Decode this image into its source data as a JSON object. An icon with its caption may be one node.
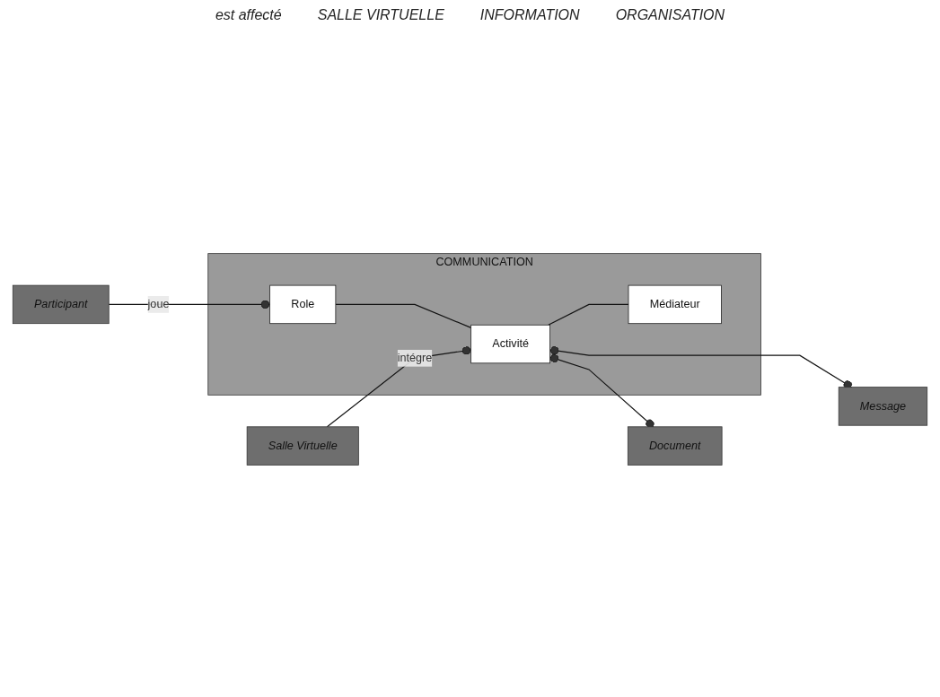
{
  "diagram": {
    "nodes": [
      {
        "text": [
          "Participant"
        ]
      },
      {
        "text": [
          "COMMUNICATION"
        ]
      },
      {
        "text": [
          "Role"
        ],
        "in": 1
      },
      {
        "text": [
          "Activité"
        ],
        "in": 1
      },
      {
        "text": [
          "Médiateur"
        ],
        "in": 1
      },
      {
        "text": [
          "Salle Virtuelle"
        ]
      },
      {
        "text": [
          "Document"
        ]
      },
      {
        "text": [
          "Message"
        ]
      }
    ],
    "edges": [
      {
        "from": 0,
        "to": 2,
        "arrow": "other",
        "label": "joue"
      },
      {
        "from": 2,
        "to": 3,
        "arrow": "none"
      },
      {
        "from": 5,
        "to": 3,
        "arrow": "other",
        "label": "intégre"
      },
      {
        "from": 3,
        "to": 6,
        "arrow": "other"
      },
      {
        "from": 3,
        "to": 7,
        "arrow": "other"
      },
      {
        "from": 3,
        "to": 4,
        "arrow": "none"
      }
    ],
    "labels": [
      "est affecté",
      "SALLE VIRTUELLE",
      "INFORMATION",
      "ORGANISATION"
    ]
  }
}
